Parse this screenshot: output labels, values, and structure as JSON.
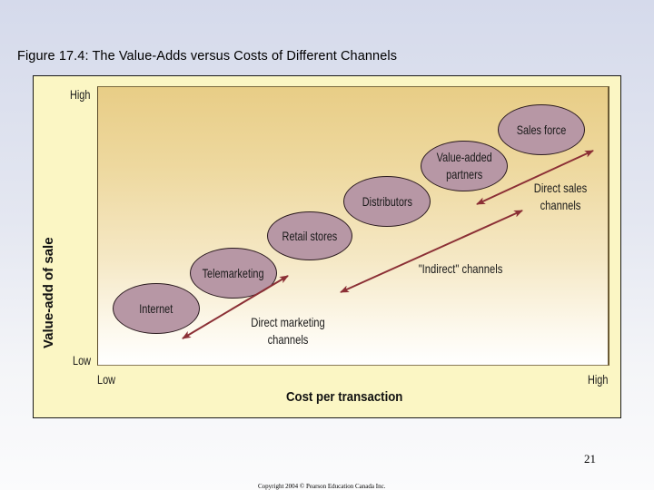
{
  "slide": {
    "title": "Figure 17.4: The Value-Adds versus Costs of Different Channels",
    "page_number": "21",
    "copyright": "Copyright 2004 © Pearson Education Canada Inc."
  },
  "diagram": {
    "y_axis": {
      "title": "Value-add of sale",
      "high": "High",
      "low": "Low"
    },
    "x_axis": {
      "title": "Cost per transaction",
      "low": "Low",
      "high": "High"
    },
    "channels": [
      {
        "label": "Internet"
      },
      {
        "label": "Telemarketing"
      },
      {
        "label": "Retail stores"
      },
      {
        "label": "Distributors"
      },
      {
        "label": "Value-added\npartners"
      },
      {
        "label": "Sales force"
      }
    ],
    "channel_groups": [
      {
        "label": "Direct marketing\nchannels"
      },
      {
        "label": "\"Indirect\" channels"
      },
      {
        "label": "Direct sales\nchannels"
      }
    ],
    "colors": {
      "ellipse_fill": "#b797a5",
      "arrow": "#8b2f35",
      "figure_bg": "#fbf6c4",
      "plot_top": "#e8cd86"
    }
  },
  "chart_data": {
    "type": "diagram",
    "title": "The Value-Adds versus Costs of Different Channels",
    "xlabel": "Cost per transaction",
    "ylabel": "Value-add of sale",
    "x_ticks": [
      "Low",
      "High"
    ],
    "y_ticks": [
      "Low",
      "High"
    ],
    "points": [
      {
        "label": "Internet",
        "cost": "lowest",
        "value_add": "lowest"
      },
      {
        "label": "Telemarketing",
        "cost": "low",
        "value_add": "low"
      },
      {
        "label": "Retail stores",
        "cost": "medium-low",
        "value_add": "medium-low"
      },
      {
        "label": "Distributors",
        "cost": "medium",
        "value_add": "medium"
      },
      {
        "label": "Value-added partners",
        "cost": "medium-high",
        "value_add": "medium-high"
      },
      {
        "label": "Sales force",
        "cost": "highest",
        "value_add": "highest"
      }
    ],
    "ranges": [
      {
        "label": "Direct marketing channels",
        "spans": [
          "Internet",
          "Telemarketing"
        ]
      },
      {
        "label": "\"Indirect\" channels",
        "spans": [
          "Retail stores",
          "Distributors",
          "Value-added partners"
        ]
      },
      {
        "label": "Direct sales channels",
        "spans": [
          "Value-added partners",
          "Sales force"
        ]
      }
    ]
  }
}
